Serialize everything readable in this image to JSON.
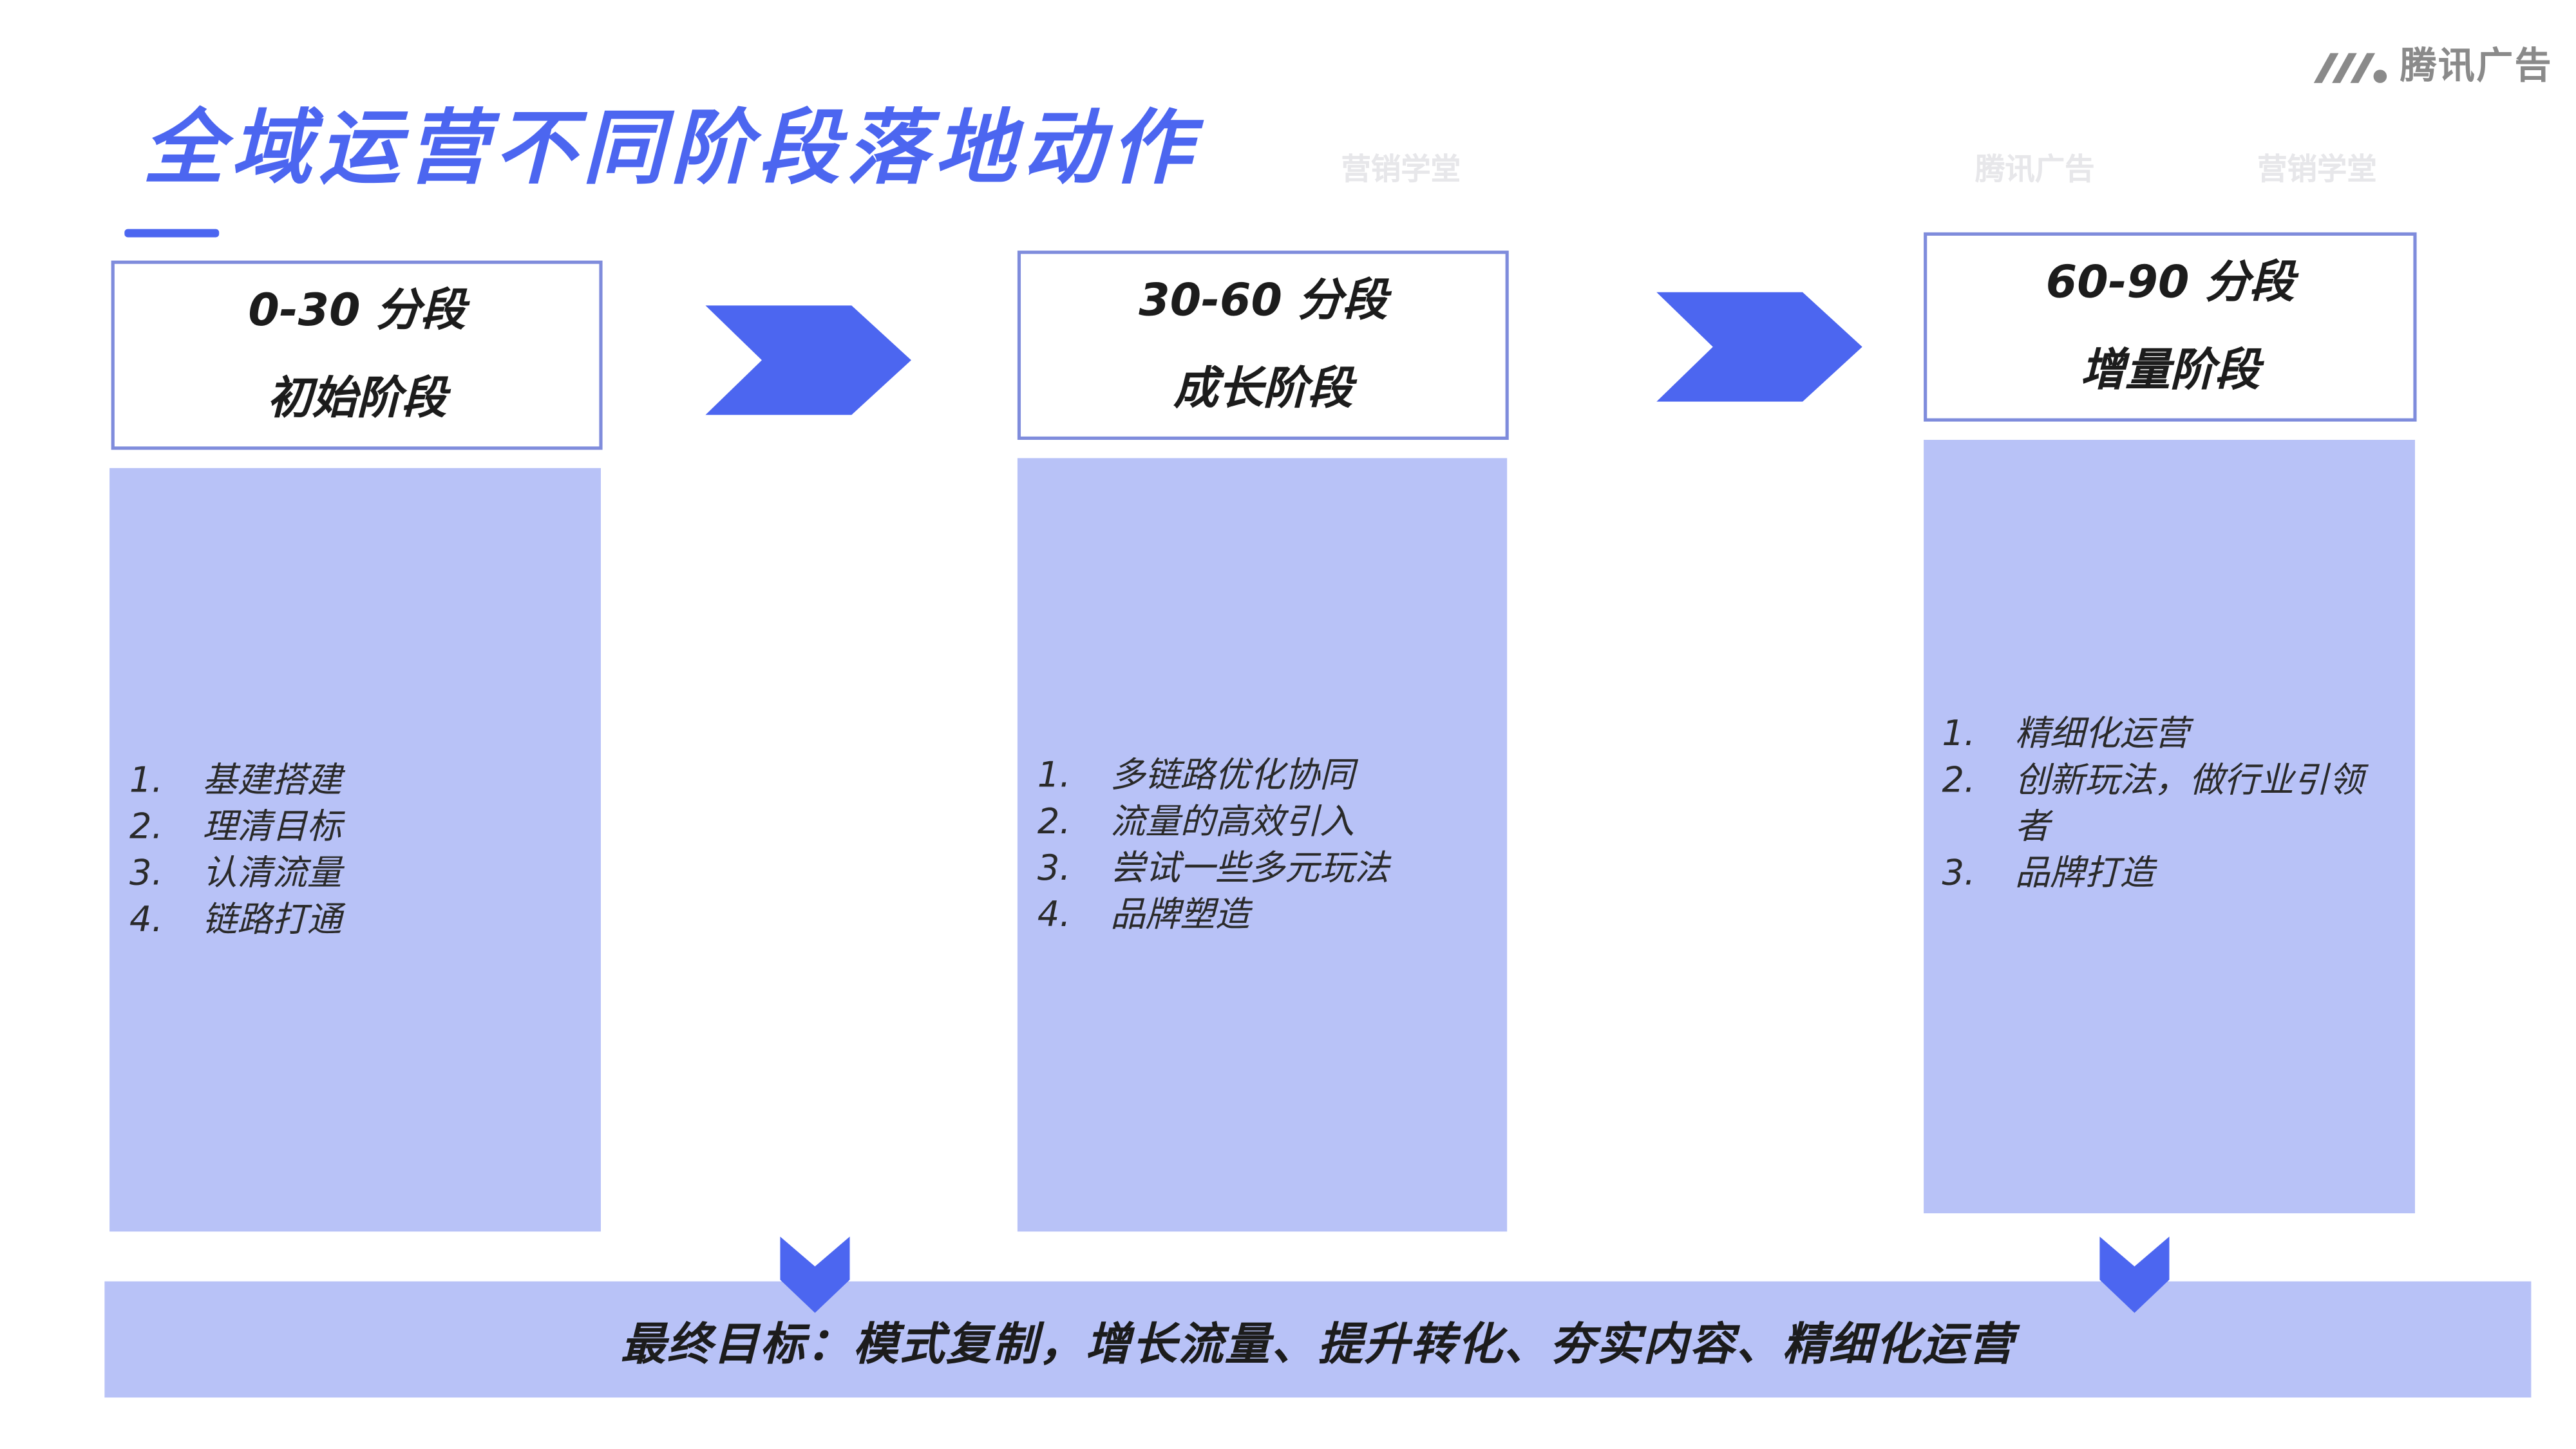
{
  "logo": {
    "text": "腾讯广告",
    "icon": "tencent-ads-logo-icon"
  },
  "title": "全域运营不同阶段落地动作",
  "stages": [
    {
      "range": "0-30 分段",
      "name": "初始阶段",
      "actions": [
        {
          "num": "1.",
          "text": "基建搭建"
        },
        {
          "num": "2.",
          "text": "理清目标"
        },
        {
          "num": "3.",
          "text": "认清流量"
        },
        {
          "num": "4.",
          "text": "链路打通"
        }
      ]
    },
    {
      "range": "30-60 分段",
      "name": "成长阶段",
      "actions": [
        {
          "num": "1.",
          "text": "多链路优化协同"
        },
        {
          "num": "2.",
          "text": "流量的高效引入"
        },
        {
          "num": "3.",
          "text": "尝试一些多元玩法"
        },
        {
          "num": "4.",
          "text": "品牌塑造"
        }
      ]
    },
    {
      "range": "60-90 分段",
      "name": "增量阶段",
      "actions": [
        {
          "num": "1.",
          "text": "精细化运营"
        },
        {
          "num": "2.",
          "text": "创新玩法，做行业引领者"
        },
        {
          "num": "3.",
          "text": "品牌打造"
        }
      ]
    }
  ],
  "goal": "最终目标：模式复制，增长流量、提升转化、夯实内容、精细化运营",
  "watermark": {
    "brand": "腾讯广告",
    "school": "营销学堂"
  },
  "colors": {
    "accent": "#4c66f0",
    "panel": "#b8c2f7",
    "border": "#7f8cdc"
  }
}
